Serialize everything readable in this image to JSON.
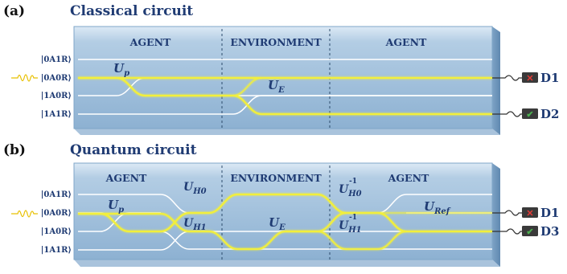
{
  "panel_a": {
    "tag": "(a)",
    "title": "Classical circuit",
    "sections": [
      "AGENT",
      "ENVIRONMENT",
      "AGENT"
    ],
    "states": [
      "|0A1R⟩",
      "|0A0R⟩",
      "|1A0R⟩",
      "|1A1R⟩"
    ],
    "gates": [
      {
        "base": "U",
        "sub": "p"
      },
      {
        "base": "U",
        "sub": "E"
      }
    ],
    "detectors": [
      {
        "label": "D1",
        "status": "cross"
      },
      {
        "label": "D2",
        "status": "check"
      }
    ]
  },
  "panel_b": {
    "tag": "(b)",
    "title": "Quantum circuit",
    "sections": [
      "AGENT",
      "ENVIRONMENT",
      "AGENT"
    ],
    "states": [
      "|0A1R⟩",
      "|0A0R⟩",
      "|1A0R⟩",
      "|1A1R⟩"
    ],
    "gates": [
      {
        "base": "U",
        "sub": "p",
        "sup": ""
      },
      {
        "base": "U",
        "sub": "H0",
        "sup": ""
      },
      {
        "base": "U",
        "sub": "H1",
        "sup": ""
      },
      {
        "base": "U",
        "sub": "E",
        "sup": ""
      },
      {
        "base": "U",
        "sub": "H0",
        "sup": "-1"
      },
      {
        "base": "U",
        "sub": "H1",
        "sup": "-1"
      },
      {
        "base": "U",
        "sub": "Ref",
        "sup": ""
      }
    ],
    "detectors": [
      {
        "label": "D1",
        "status": "cross"
      },
      {
        "label": "D3",
        "status": "check"
      }
    ]
  },
  "colors": {
    "slab_top": "#cfe0ef",
    "slab_face": "#8fb3d3",
    "slab_edge": "#6d95bb",
    "waveguide": "#ffffff",
    "photon_path": "#f2ef3a",
    "title": "#1f3b73",
    "label": "#1f3b73",
    "cross": "#e53935",
    "check": "#4caf50"
  }
}
